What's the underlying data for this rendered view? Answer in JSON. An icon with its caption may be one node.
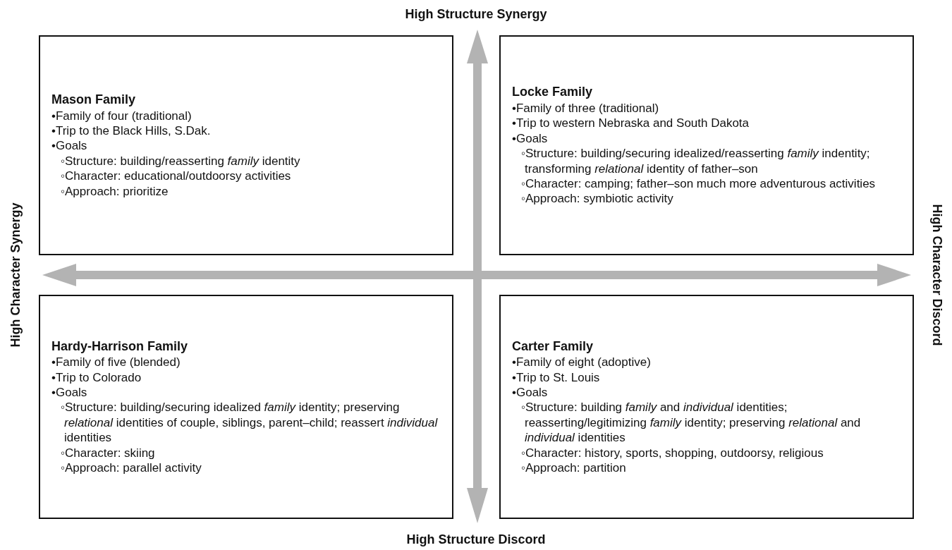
{
  "diagram": {
    "nodes": [
      {
        "text": [
          "Mason Family",
          "•Family of four (traditional)",
          "•Trip to the Black Hills, S.Dak.",
          "•Goals",
          "◦Structure: building/reasserting *family* identity",
          "◦Character: educational/outdoorsy activities",
          "◦Approach: prioritize"
        ]
      },
      {
        "text": [
          "Locke Family",
          "•Family of three (traditional)",
          "•Trip to western Nebraska and South Dakota",
          "•Goals",
          "◦Structure: building/securing idealized/reasserting *family* indentity; transforming *relational* identity of father–son",
          "◦Character: camping; father–son much more adventurous activities",
          "◦Approach: symbiotic activity"
        ]
      },
      {
        "text": [
          "Hardy-Harrison Family",
          "•Family of five (blended)",
          "•Trip to Colorado",
          "•Goals",
          "◦Structure: building/securing idealized *family* identity; preserving *relational* identities of couple, siblings, parent–child; reassert *individual* identities",
          "◦Character: skiing",
          "◦Approach: parallel activity"
        ]
      },
      {
        "text": [
          "Carter Family",
          "•Family of eight (adoptive)",
          "•Trip to St. Louis",
          "•Goals",
          "◦Structure: building *family* and *individual* identities; reasserting/legitimizing *family* identity; preserving *relational* and *individual* identities",
          "◦Character: history, sports, shopping, outdoorsy, religious",
          "◦Approach: partition"
        ]
      }
    ],
    "labels": [
      "High Structure Synergy",
      "High Character Synergy",
      "High Character Discord",
      "High Structure Discord"
    ]
  }
}
